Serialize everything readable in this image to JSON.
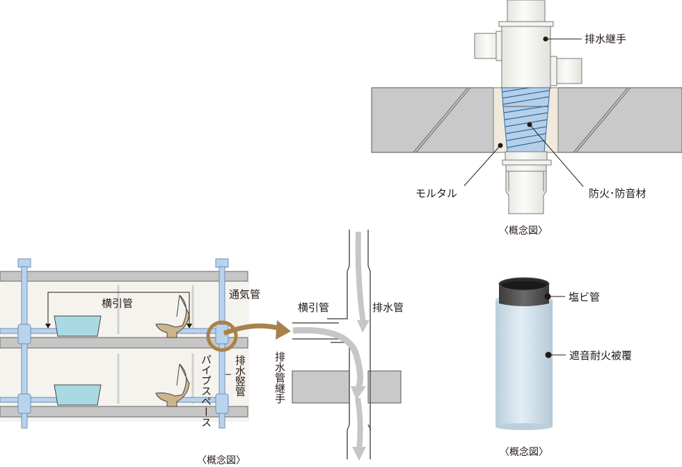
{
  "diagrams": {
    "fire_sound_joint": {
      "labels": {
        "drain_joint": "排水継手",
        "mortar": "モルタル",
        "fire_sound_material": "防火･防音材"
      },
      "caption": "〈概念図〉"
    },
    "pipe_space_section": {
      "labels": {
        "horizontal_pipe": "横引管",
        "vent_pipe": "通気管",
        "pipe_space": "パイプスペース",
        "vertical_drain": "排水竪管"
      },
      "caption": "〈概念図〉"
    },
    "flow_detail": {
      "labels": {
        "horizontal_pipe": "横引管",
        "drain_pipe": "排水管",
        "drain_pipe_joint": "排水管継手"
      }
    },
    "pipe_coating": {
      "labels": {
        "pvc_pipe": "塩ビ管",
        "coating": "遮音耐火被覆"
      },
      "caption": "〈概念図〉"
    }
  },
  "colors": {
    "slab_gray": "#c8c8c8",
    "pipe_blue": "#b9d3ee",
    "fixture_cyan": "#a9d9e2",
    "toilet_tan": "#cdb58a",
    "highlight_bronze": "#a9814a",
    "flow_gray": "#c6c6c6",
    "mortar_beige": "#f1e9dc",
    "coating_blue": "#c9dde8",
    "pvc_dark": "#4a4a4a"
  }
}
